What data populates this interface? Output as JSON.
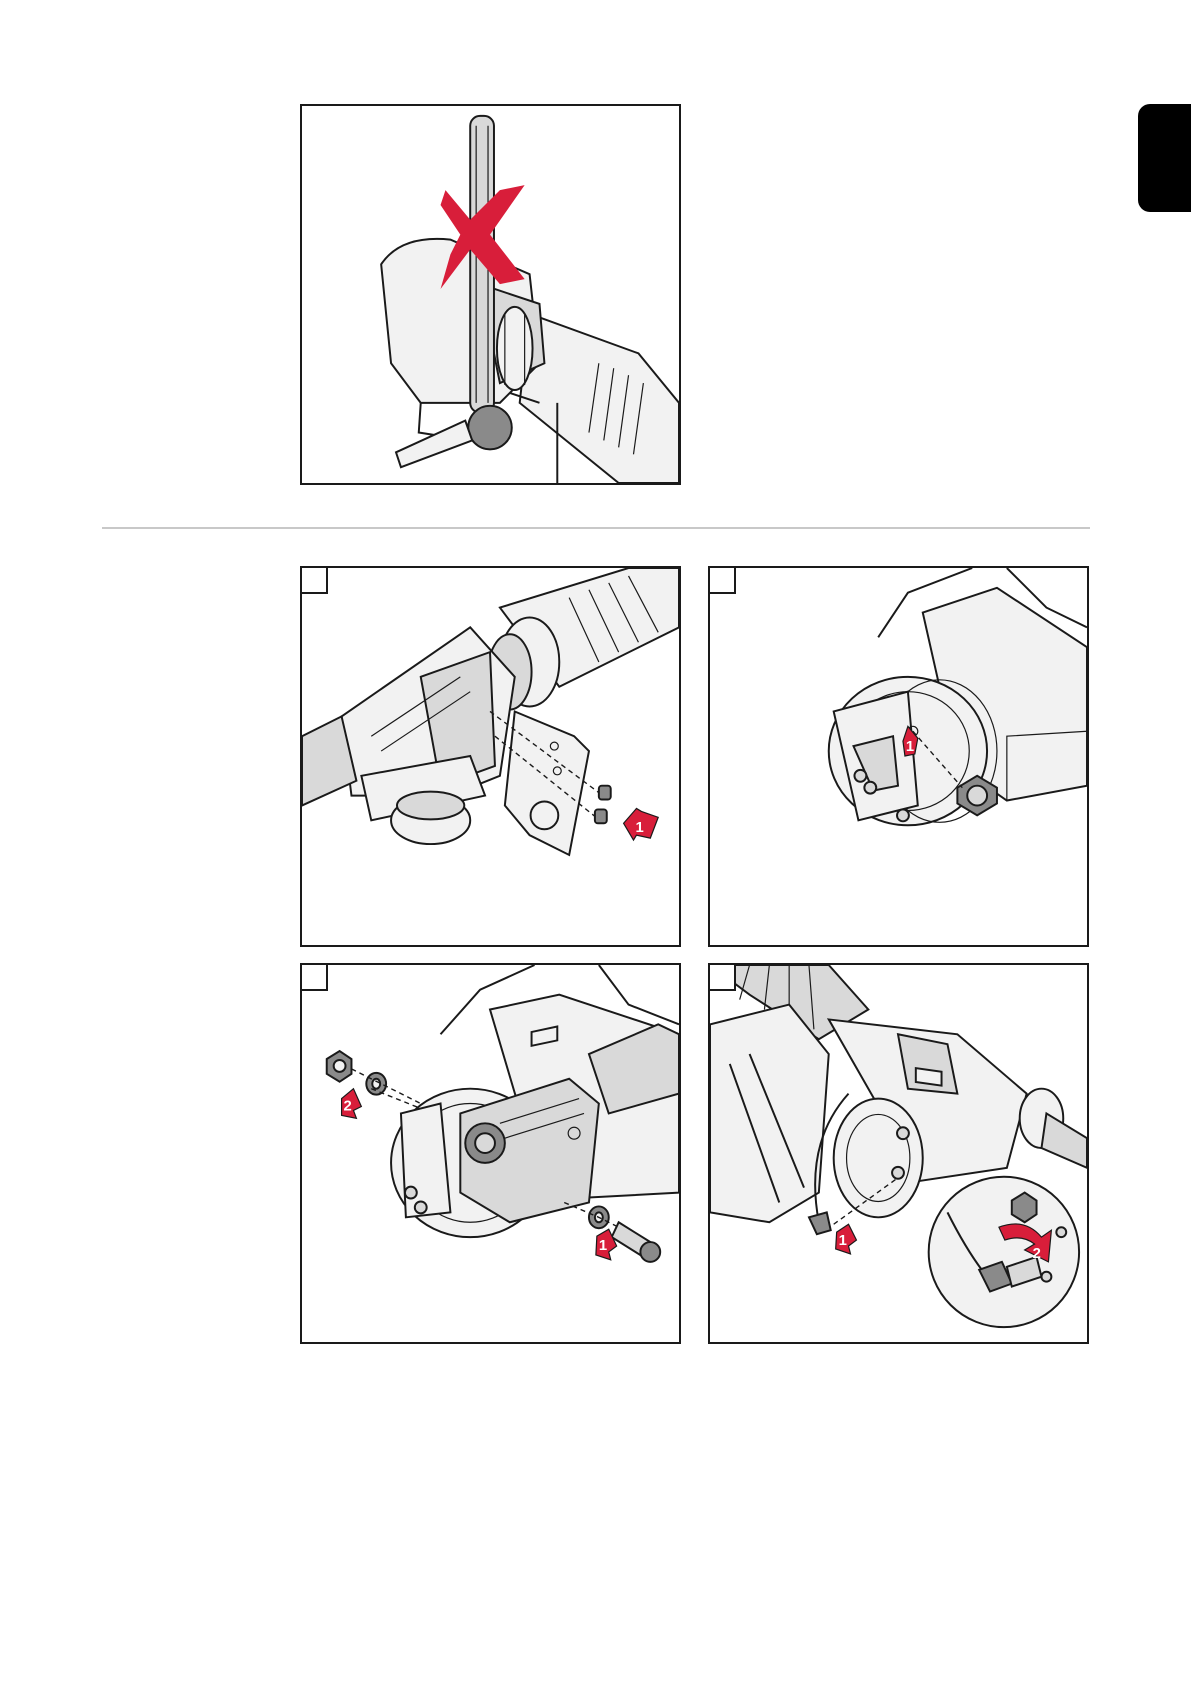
{
  "figures": {
    "fig0": {
      "arrows": []
    },
    "fig1": {
      "arrows": [
        "1"
      ]
    },
    "fig2": {
      "arrows": [
        "1"
      ]
    },
    "fig3": {
      "arrows": [
        "1",
        "2"
      ]
    },
    "fig4": {
      "arrows": [
        "1",
        "2"
      ]
    }
  },
  "colors": {
    "accent_red": "#d81e3a",
    "line": "#1a1a1a",
    "divider": "#c8c8c8",
    "tab": "#000000"
  }
}
